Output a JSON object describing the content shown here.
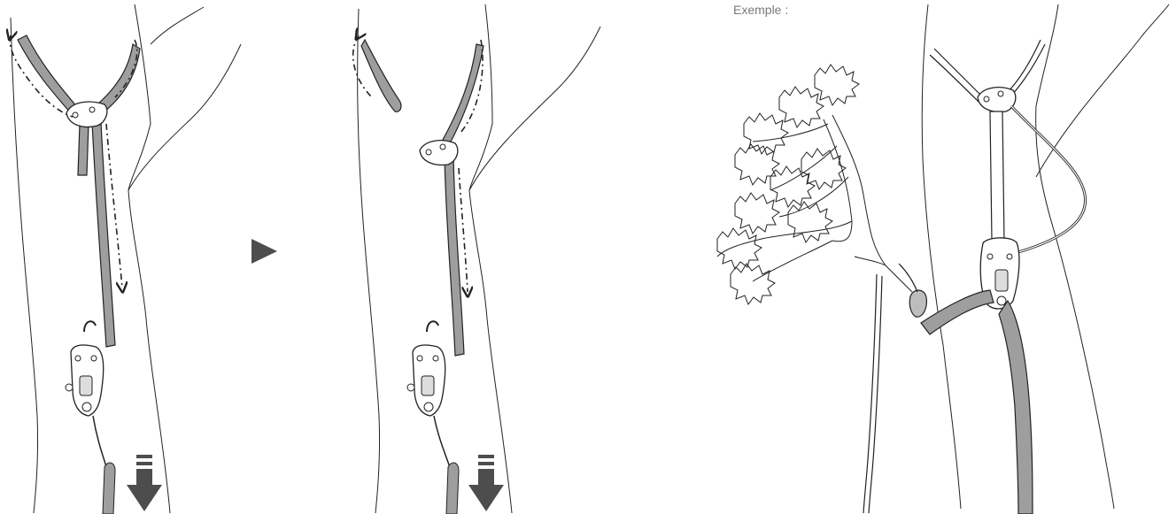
{
  "caption": {
    "example_label": "Exemple :"
  },
  "colors": {
    "line": "#222222",
    "strap_fill": "#9e9e9e",
    "arrow_fill": "#4d4d4d",
    "label": "#7a7a7a"
  },
  "panels": [
    {
      "name": "panel-1-strap-adjustment",
      "arrow": "pull-down-arrow"
    },
    {
      "name": "panel-2-strap-tightened",
      "arrow": "pull-down-arrow"
    },
    {
      "name": "panel-3-example-tree-anchor",
      "arrow": ""
    }
  ],
  "step_separator_icon": "play-triangle-icon"
}
